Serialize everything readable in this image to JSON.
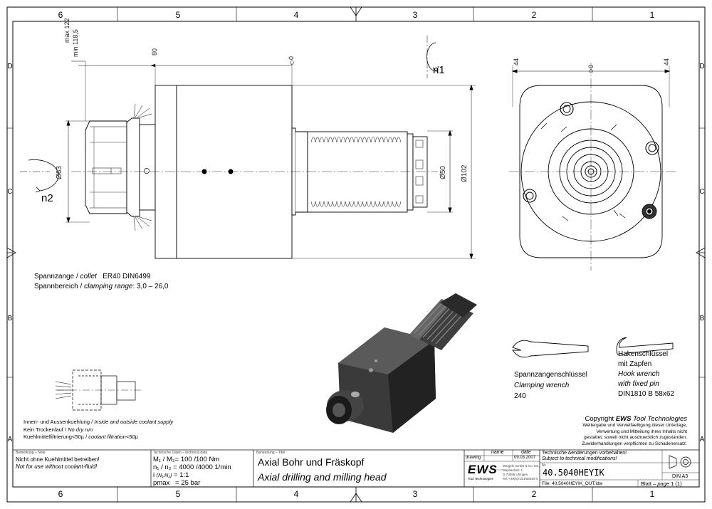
{
  "border": {
    "col_labels": [
      "6",
      "5",
      "4",
      "3",
      "2",
      "1"
    ],
    "row_labels": [
      "D",
      "C",
      "B",
      "A"
    ]
  },
  "rotation_labels": {
    "n1": "n1",
    "n2": "n2"
  },
  "dims": {
    "max": "max 122",
    "min": "min 118,5",
    "d80": "80",
    "zero_top": "0",
    "d63": "Ø63",
    "d50": "Ø50",
    "d102": "Ø102",
    "r44_left": "44",
    "r44_right": "44",
    "r_zero": "0"
  },
  "collet_info": {
    "line1_de": "Spannzange / ",
    "line1_en": "collet",
    "line1_rest": "ER40     DIN6499",
    "line2_de": "Spannbereich / ",
    "line2_en": "clamping range",
    "line2_rest": ": 3,0 – 26,0"
  },
  "coolant": {
    "l1_de": "Innen- und Aussenkuehlung / ",
    "l1_en": "Inside and outside coolant supply",
    "l2_de": "Kein Trockenlauf / ",
    "l2_en": "No dry run",
    "l3_de": "Kuehlmittelfiltrierung<50µ / ",
    "l3_en": "coolant filtration<50µ"
  },
  "wrenches": {
    "collet_de": "Spannzangenschlüssel",
    "collet_en": "Clamping wrench",
    "collet_size": "240",
    "hook_de1": "Hakenschlüssel",
    "hook_de2": "mit Zapfen",
    "hook_en1": "Hook wrench",
    "hook_en2": "with fixed pin",
    "hook_std": "DIN1810  B  58x62"
  },
  "copyright": {
    "title_prefix": "Copyright ",
    "title_brand": "EWS",
    "title_suffix": " Tool Technologies",
    "lines": [
      "Weitergabe und Vervielfaeltigung dieser Unterlage,",
      "Verwertung und Mitteilung ihres Inhalts nicht",
      "gestattet, soweit nicht ausdruecklich zugestanden.",
      "Zuwiderhandlungen verpflichten zu Schadenersatz."
    ]
  },
  "title_block": {
    "remark_hdr": "Bemerkung – Note",
    "remark_de": "Nicht ohne Kuehlmittel betreiben!",
    "remark_en": "Not for use without coolant-fluid!",
    "tech_hdr": "Technische Daten – technical data",
    "m_line": "M₁ / M₂= 100 /100 Nm",
    "n_line": "n₁ / n₂ = 4000 /4000  1/min",
    "i_line_a": "i ",
    "i_line_b": "(N₁:N₂)",
    "i_line_c": " = 1:1",
    "p_line_a": "pmax",
    "p_line_b": "= 25  bar",
    "name_hdr": "Benennung – Title",
    "title_de": "Axial Bohr und Fräskopf",
    "title_en": "Axial drilling and milling head",
    "col_name": "name",
    "col_date": "date",
    "row_drawing": "drawing",
    "date_value": "09.03.2007",
    "logo": "EWS",
    "logo_sub": "Tool Technologies",
    "address": [
      "Weigele GmbH & Co. KG,",
      "Maybachstr. 1",
      "D-73066 Uhingen",
      "Tel. +49(0)7161/93040-0"
    ],
    "changes_de": "Technische Aenderungen vorbehalten!",
    "changes_en": "Subject to technical modifications!",
    "nr_label": "Nr.",
    "part_no": "40.5040HEYIK",
    "din": "DIN A3",
    "file": "File: 40.5040HEYIK_OUT.idw",
    "sheet_de": "Blatt – ",
    "sheet_en": "page",
    "sheet_no": "1 (1)"
  }
}
